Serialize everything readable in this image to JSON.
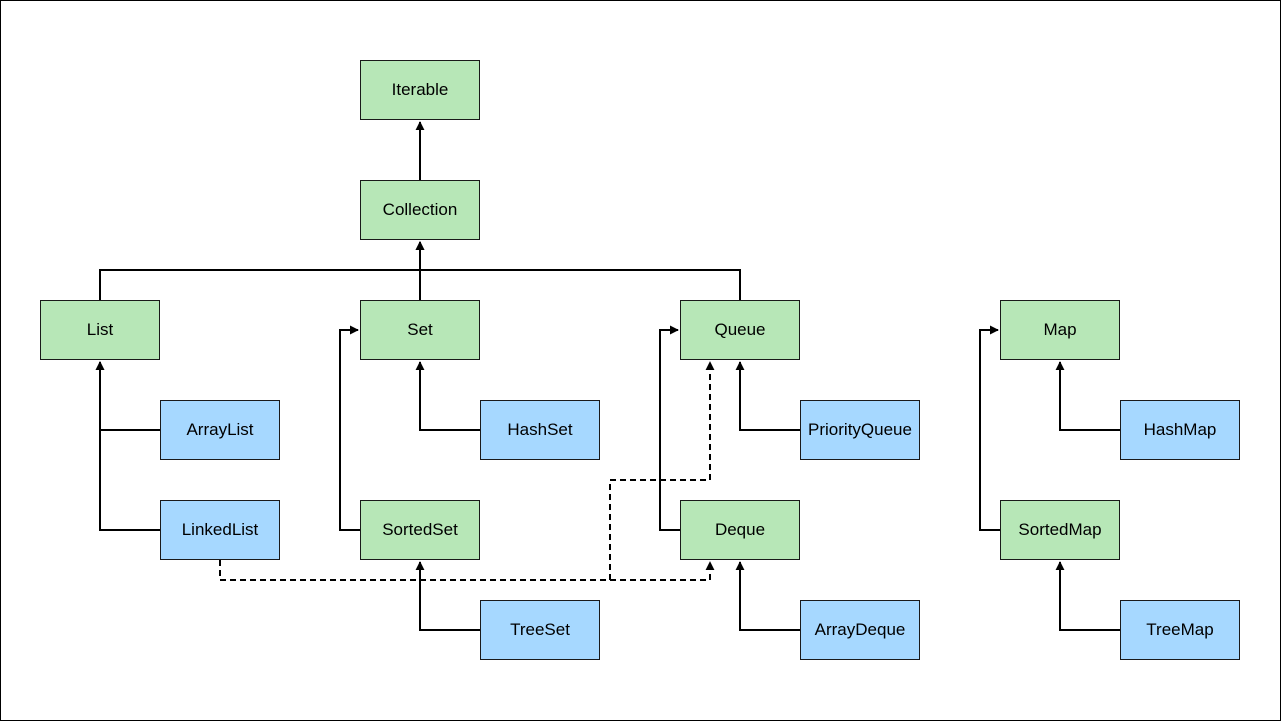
{
  "colors": {
    "interface": "#b7e7b7",
    "implementation": "#a6d8ff",
    "line": "#000000"
  },
  "nodes": {
    "iterable": "Iterable",
    "collection": "Collection",
    "list": "List",
    "set": "Set",
    "queue": "Queue",
    "map": "Map",
    "arraylist": "ArrayList",
    "linkedlist": "LinkedList",
    "hashset": "HashSet",
    "sortedset": "SortedSet",
    "treeset": "TreeSet",
    "priorityqueue": "PriorityQueue",
    "deque": "Deque",
    "arraydeque": "ArrayDeque",
    "hashmap": "HashMap",
    "sortedmap": "SortedMap",
    "treemap": "TreeMap"
  },
  "relations": [
    {
      "from": "collection",
      "to": "iterable",
      "style": "solid"
    },
    {
      "from": "list",
      "to": "collection",
      "style": "solid"
    },
    {
      "from": "set",
      "to": "collection",
      "style": "solid"
    },
    {
      "from": "queue",
      "to": "collection",
      "style": "solid"
    },
    {
      "from": "arraylist",
      "to": "list",
      "style": "solid"
    },
    {
      "from": "linkedlist",
      "to": "list",
      "style": "solid"
    },
    {
      "from": "hashset",
      "to": "set",
      "style": "solid"
    },
    {
      "from": "sortedset",
      "to": "set",
      "style": "solid"
    },
    {
      "from": "treeset",
      "to": "sortedset",
      "style": "solid"
    },
    {
      "from": "priorityqueue",
      "to": "queue",
      "style": "solid"
    },
    {
      "from": "deque",
      "to": "queue",
      "style": "solid"
    },
    {
      "from": "arraydeque",
      "to": "deque",
      "style": "solid"
    },
    {
      "from": "linkedlist",
      "to": "queue",
      "style": "dashed"
    },
    {
      "from": "linkedlist",
      "to": "deque",
      "style": "dashed"
    },
    {
      "from": "hashmap",
      "to": "map",
      "style": "solid"
    },
    {
      "from": "sortedmap",
      "to": "map",
      "style": "solid"
    },
    {
      "from": "treemap",
      "to": "sortedmap",
      "style": "solid"
    }
  ]
}
